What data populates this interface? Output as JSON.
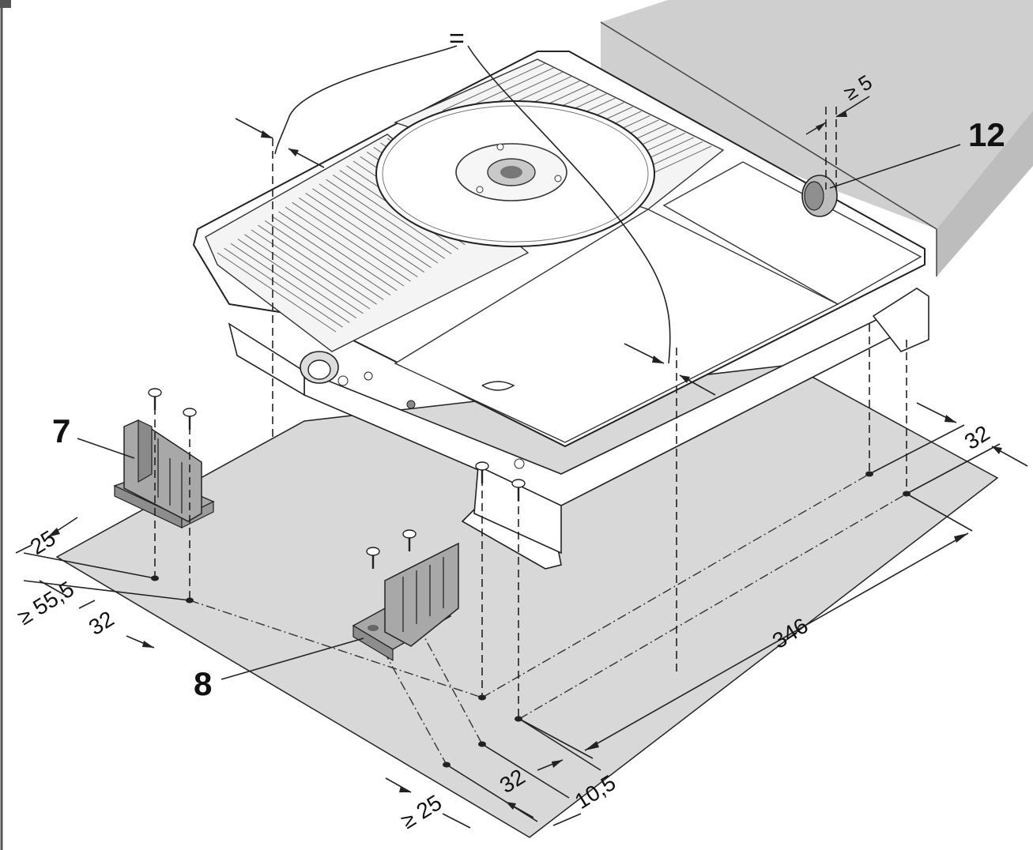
{
  "callouts": {
    "part_7": "7",
    "part_8": "8",
    "part_12": "12"
  },
  "dimensions": {
    "equal_sign": "=",
    "min_5": "≥ 5",
    "d32_right": "32",
    "d346": "346",
    "d25_left": "25",
    "min_55_5": "≥ 55,5",
    "d32_left": "32",
    "min_25_bottom": "≥ 25",
    "d32_bottom": "32",
    "d10_5": "10,5"
  },
  "colors": {
    "floor": "#d8d8d8",
    "wall": "#cfcfcf",
    "bracket": "#a8a8a8",
    "machine": "#ffffff",
    "line": "#222222"
  }
}
